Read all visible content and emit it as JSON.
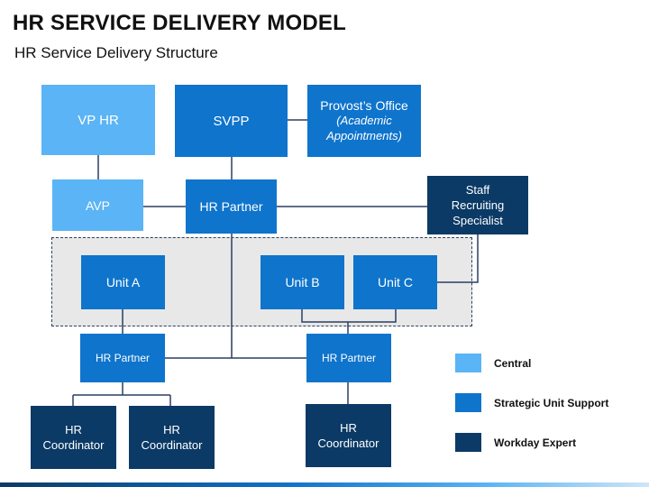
{
  "header": {
    "title": "HR SERVICE DELIVERY MODEL",
    "subtitle": "HR Service Delivery Structure"
  },
  "colors": {
    "central": "#5ab4f5",
    "strategic_unit_support": "#0f74cc",
    "workday_expert": "#0b3a66",
    "connector": "#2a3f63",
    "group_background": "#e8e8e8"
  },
  "nodes": {
    "vp_hr": "VP HR",
    "svpp": "SVPP",
    "provost": {
      "line1": "Provost’s Office",
      "line2": "(Academic",
      "line3": "Appointments)"
    },
    "avp": "AVP",
    "hr_partner_top": "HR Partner",
    "staff_recruiting": {
      "line1": "Staff",
      "line2": "Recruiting",
      "line3": "Specialist"
    },
    "unit_a": "Unit A",
    "unit_b": "Unit B",
    "unit_c": "Unit C",
    "hr_partner_left": "HR Partner",
    "hr_partner_right": "HR Partner",
    "coord_1": {
      "line1": "HR",
      "line2": "Coordinator"
    },
    "coord_2": {
      "line1": "HR",
      "line2": "Coordinator"
    },
    "coord_3": {
      "line1": "HR",
      "line2": "Coordinator"
    }
  },
  "legend": [
    {
      "label": "Central",
      "color": "#5ab4f5"
    },
    {
      "label": "Strategic Unit Support",
      "color": "#0f74cc"
    },
    {
      "label": "Workday Expert",
      "color": "#0b3a66"
    }
  ]
}
